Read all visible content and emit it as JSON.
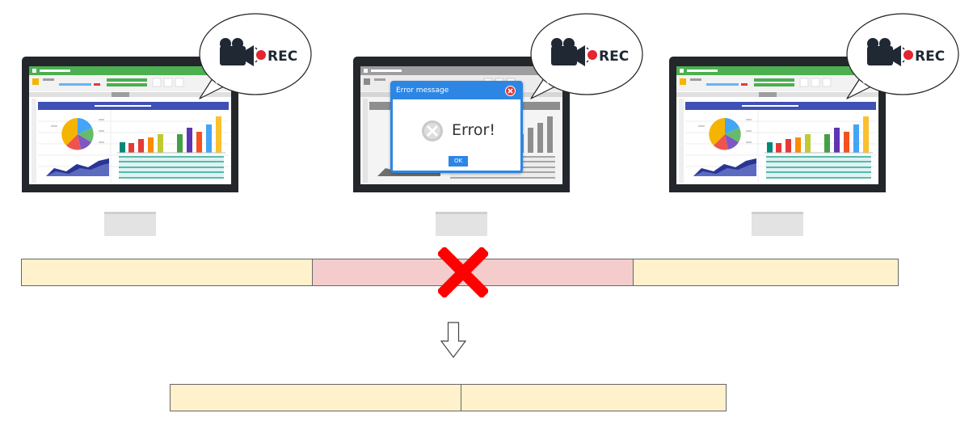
{
  "recording_badge": {
    "label": "REC"
  },
  "error_dialog": {
    "title": "Error message",
    "message": "Error!",
    "ok_label": "OK"
  },
  "colors": {
    "segment_ok_fill": "#fff1cc",
    "segment_failed_fill": "#f4cccc",
    "failure_mark": "#ff0000",
    "recording_dot": "#e3262f",
    "spreadsheet_green": "#4caf50",
    "spreadsheet_header_blue": "#3f51b5",
    "dialog_blue": "#2d86e4"
  },
  "icons": [
    "video-camera-icon",
    "error-circle-icon",
    "close-icon",
    "x-mark-icon",
    "down-arrow-icon"
  ]
}
